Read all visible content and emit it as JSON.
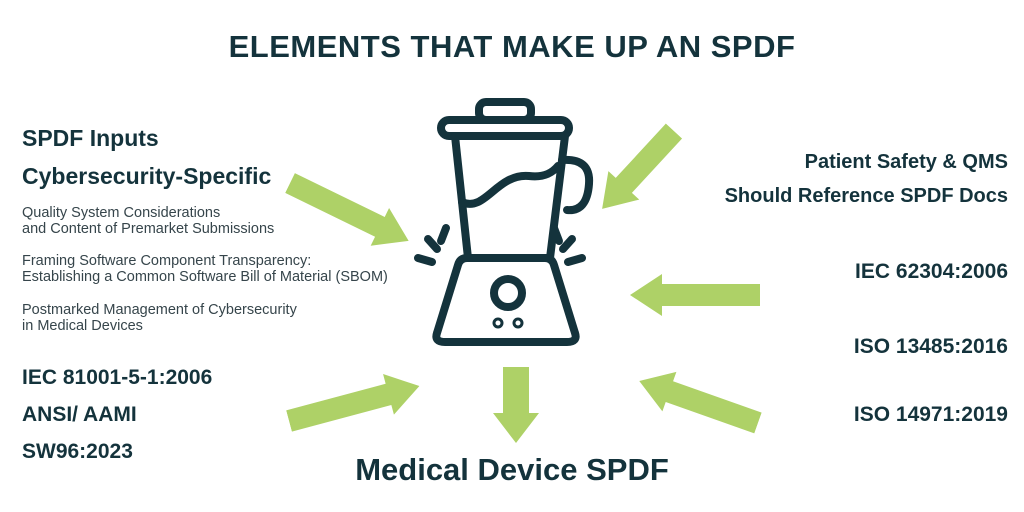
{
  "title": "ELEMENTS THAT MAKE UP AN SPDF",
  "left_panel": {
    "heading": {
      "line1": "SPDF Inputs",
      "line2": "Cybersecurity-Specific"
    },
    "documents": [
      {
        "line1": "Quality System Considerations",
        "line2": "and Content of Premarket Submissions"
      },
      {
        "line1": "Framing Software Component Transparency:",
        "line2": "Establishing a Common Software Bill of Material (SBOM)"
      },
      {
        "line1": "Postmarked Management of Cybersecurity",
        "line2": "in Medical Devices"
      }
    ],
    "standards": [
      {
        "label": "IEC 81001-5-1:2006"
      },
      {
        "label": "ANSI/ AAMI"
      },
      {
        "label": "SW96:2023"
      }
    ]
  },
  "right_panel": {
    "heading": {
      "line1": "Patient Safety & QMS",
      "line2": "Should Reference SPDF Docs"
    },
    "standards": [
      {
        "label": "IEC 62304:2006"
      },
      {
        "label": "ISO 13485:2016"
      },
      {
        "label": "ISO 14971:2019"
      }
    ]
  },
  "center": {
    "icon": "blender-icon",
    "output_label": "Medical Device SPDF"
  },
  "colors": {
    "text_dark": "#14333c",
    "body_text": "#36454b",
    "arrow_green": "#aed167",
    "background": "#ffffff"
  }
}
